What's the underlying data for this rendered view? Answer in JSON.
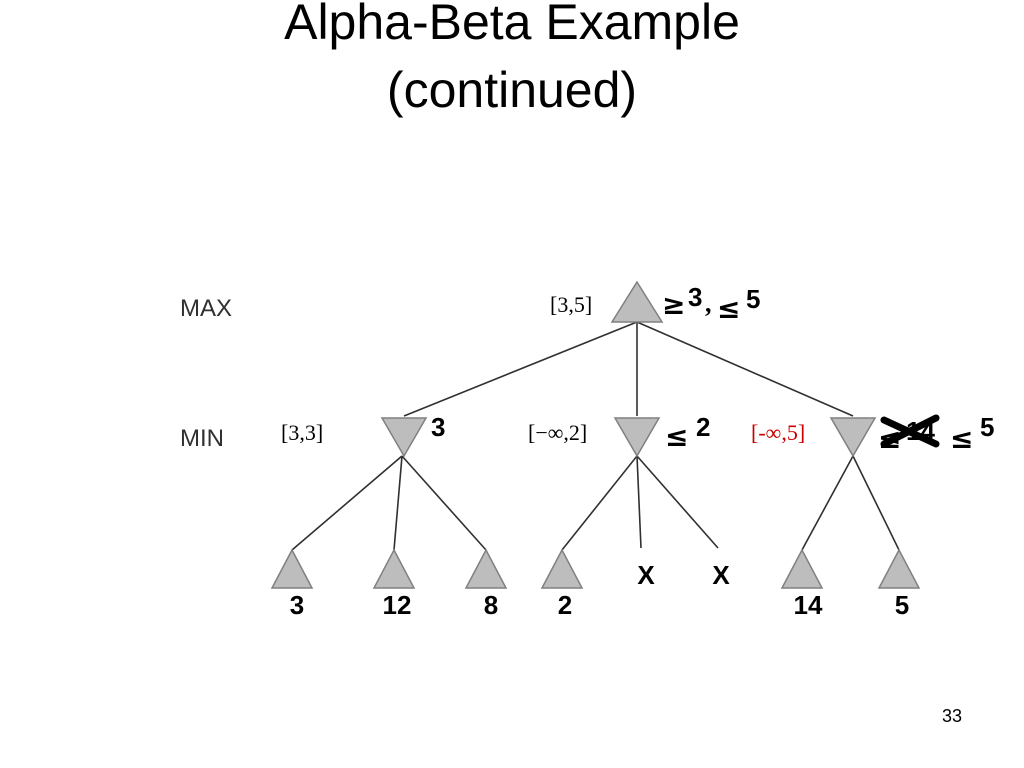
{
  "slide": {
    "title_line1": "Alpha-Beta Example",
    "title_line2": "(continued)",
    "page_number": "33"
  },
  "diagram": {
    "level_labels": {
      "max": "MAX",
      "min": "MIN"
    },
    "root": {
      "interval": "[3,5]",
      "bound_ge": "≥",
      "value_a": "3",
      "comma": ",",
      "bound_le": "≤",
      "value_b": "5"
    },
    "min_nodes": [
      {
        "interval": "[3,3]",
        "value": "3"
      },
      {
        "interval": "[−∞,2]",
        "bound_le": "≤",
        "value": "2"
      },
      {
        "interval": "[-∞,5]",
        "bound_le_struck": "≤",
        "value_struck": "14",
        "bound_le": "≤",
        "value": "5"
      }
    ],
    "leaves": [
      "3",
      "12",
      "8",
      "2",
      "X",
      "X",
      "14",
      "5"
    ],
    "colors": {
      "node_fill": "#bdbdbd",
      "node_stroke": "#808080",
      "edge": "#303030",
      "highlight_interval": "#cc0000"
    }
  }
}
